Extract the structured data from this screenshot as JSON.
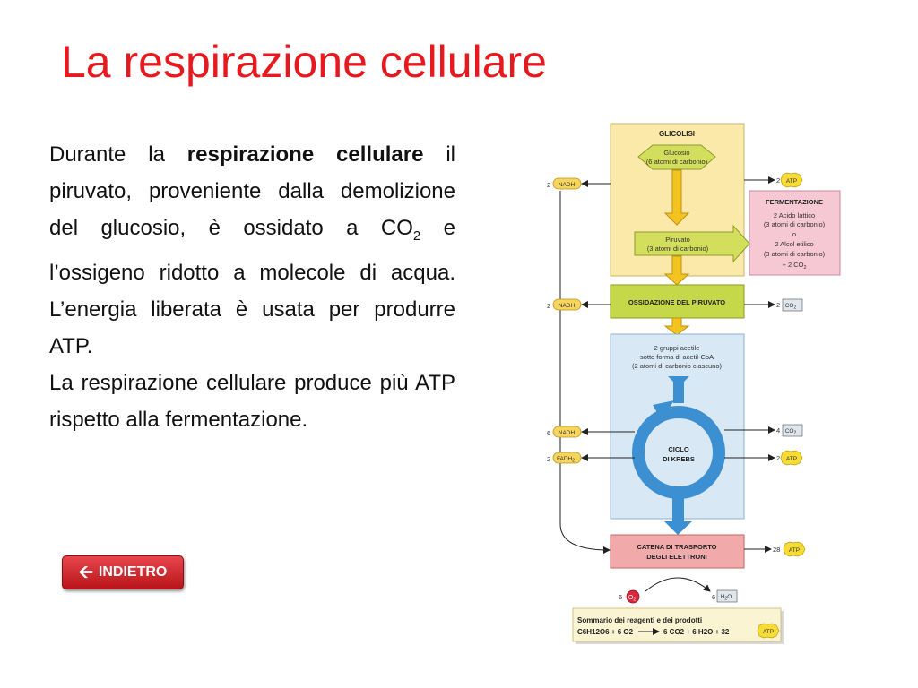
{
  "slide": {
    "title": "La respirazione cellulare",
    "paragraph1": {
      "lead": "Durante la ",
      "bold": "respirazione cellulare",
      "rest1": " il piruvato, proveniente dalla demolizione del glucosio, è ossidato a CO",
      "sub": "2",
      "rest2": " e l’ossigeno ridotto a molecole di acqua. L’energia liberata è usata per produrre ATP."
    },
    "paragraph2": "La respirazione cellulare produce più ATP rispetto alla fermentazione.",
    "back_button": "INDIETRO"
  },
  "diagram": {
    "glicolisi": "GLICOLISI",
    "glucosio": [
      "Glucosio",
      "(6 atomi di carbonio)"
    ],
    "piruvato": [
      "Piruvato",
      "(3 atomi di carbonio)"
    ],
    "fermentazione": [
      "FERMENTAZIONE",
      "2 Acido lattico",
      "(3 atomi di carbonio)",
      "o",
      "2 Alcol etilico",
      "(3 atomi di carbonio)",
      "+ 2 CO"
    ],
    "ossidazione": "OSSIDAZIONE DEL PIRUVATO",
    "acetil": [
      "2 gruppi acetile",
      "sotto forma di acetil-CoA",
      "(2 atomi di carbonio ciascuno)"
    ],
    "krebs": [
      "CICLO",
      "DI KREBS"
    ],
    "catena": [
      "CATENA DI TRASPORTO",
      "DEGLI ELETTRONI"
    ],
    "left_inputs": [
      {
        "n": "2",
        "label": "NADH"
      },
      {
        "n": "2",
        "label": "NADH"
      },
      {
        "n": "6",
        "label": "NADH"
      },
      {
        "n": "2",
        "label": "FADH"
      }
    ],
    "fadh_sub": "2",
    "right_outputs": [
      {
        "n": "2",
        "label": "ATP"
      },
      {
        "n": "2",
        "label": "CO"
      },
      {
        "n": "4",
        "label": "CO"
      },
      {
        "n": "2",
        "label": "ATP"
      },
      {
        "n": "28",
        "label": "ATP"
      }
    ],
    "co2_sub": "2",
    "o2": {
      "n": "6",
      "label": "O"
    },
    "h2o": {
      "n": "6",
      "label": "H",
      "mid": "2",
      "end": "O"
    },
    "summary": {
      "title": "Sommario dei reagenti e dei prodotti",
      "left": "C6H12O6 + 6 O2",
      "right": "6 CO2 + 6 H2O + 32",
      "atp": "ATP"
    },
    "colors": {
      "glycolysis_bg": "#fbe9a9",
      "fermentation_bg": "#f6c8d4",
      "oxidation_bg": "#c5d84a",
      "krebs_bg": "#d9e8f5",
      "electron_bg": "#f2a9a9",
      "arrow_yellow": "#f3c31f",
      "krebs_arrow": "#3c90d2",
      "atp_badge": "#f6dc35",
      "nadh_badge": "#f7d45a",
      "o2_badge": "#d8283c",
      "summary_bg": "#fbf4d2"
    }
  }
}
